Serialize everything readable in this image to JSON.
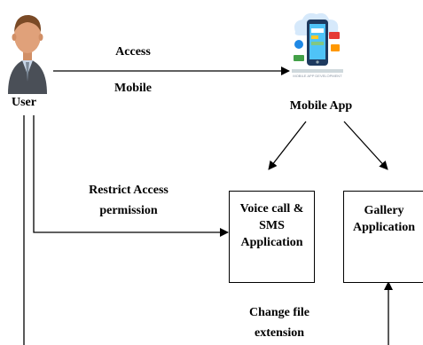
{
  "nodes": {
    "user": {
      "label": "User",
      "icon": "user-avatar-icon"
    },
    "mobile_app": {
      "label": "Mobile App",
      "icon": "mobile-app-development-icon",
      "icon_caption": "MOBILE APP DEVELOPMENT"
    },
    "voice_sms": {
      "label": "Voice call & SMS Application"
    },
    "gallery": {
      "label": "Gallery Application"
    }
  },
  "edges": {
    "access_mobile": {
      "line1": "Access",
      "line2": "Mobile"
    },
    "restrict_access": {
      "line1": "Restrict Access",
      "line2": "permission"
    },
    "change_file": {
      "line1": "Change file",
      "line2": "extension"
    }
  },
  "colors": {
    "stroke": "#000000",
    "skin": "#e0a17a",
    "suit": "#4a4f57",
    "tie": "#c8d6e8",
    "phone": "#1e88e5"
  }
}
